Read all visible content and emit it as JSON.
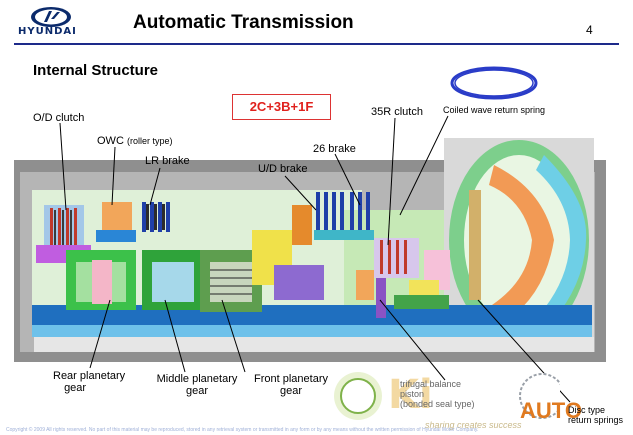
{
  "header": {
    "brand": "HYUNDAI",
    "title": "Automatic Transmission",
    "page_number": "4"
  },
  "content": {
    "subtitle": "Internal Structure",
    "formula": "2C+3B+1F"
  },
  "labels": {
    "od_clutch": "O/D clutch",
    "owc": "OWC",
    "owc_note": "(roller type)",
    "lr_brake": "LR brake",
    "ud_brake": "U/D brake",
    "brake_26": "26 brake",
    "clutch_35r": "35R clutch",
    "coiled_spring": "Coiled wave return spring",
    "rear_planetary_1": "Rear planetary",
    "rear_planetary_2": "gear",
    "middle_planetary_1": "Middle planetary",
    "middle_planetary_2": "gear",
    "front_planetary_1": "Front planetary",
    "front_planetary_2": "gear",
    "centrifugal_1": "trifugal balance",
    "centrifugal_2": "piston",
    "centrifugal_3": "(bonded seal type)",
    "disc_type_1": "Disc type",
    "disc_type_2": "return springs"
  },
  "watermark": {
    "brand": "AUTO",
    "tagline": "sharing creates success"
  },
  "footer": {
    "copyright": "Copyright © 2009 All rights reserved. No part of this material may be reproduced, stored in any retrieval system or transmitted in any form or by any means without the written permission of Hyundai Motor Company."
  },
  "colors": {
    "title_rule": "#1d2a8a",
    "formula_red": "#e0211d",
    "watermark_orange": "#e07a20",
    "oval_blue": "#2a3cc8"
  }
}
